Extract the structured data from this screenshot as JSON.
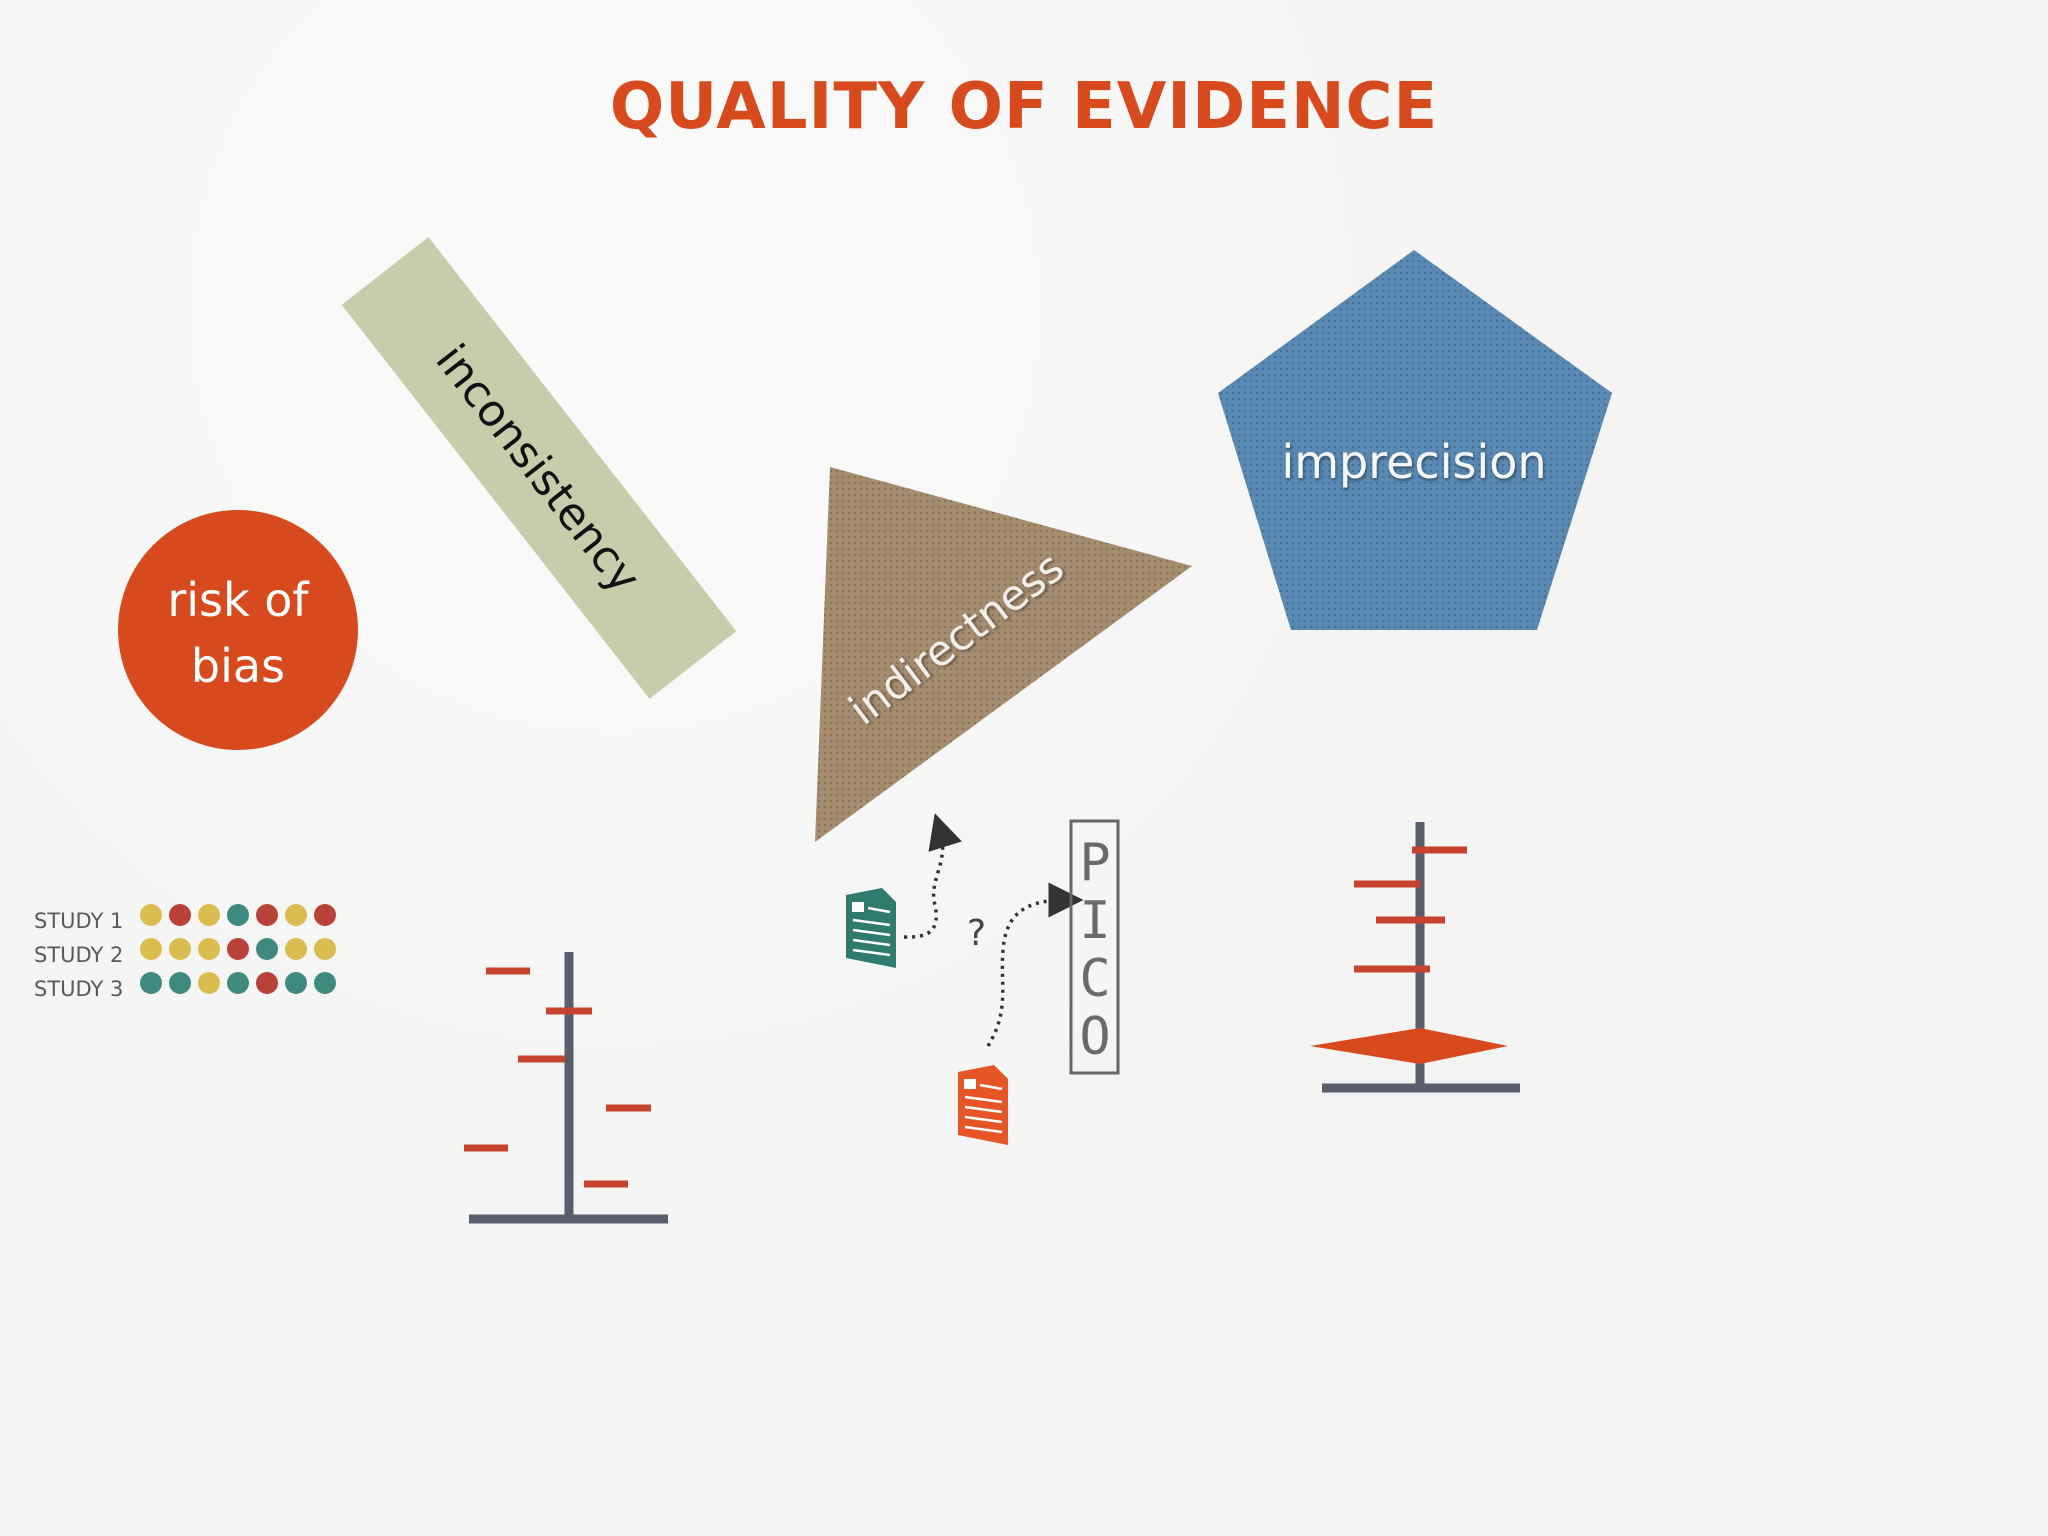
{
  "title": "QUALITY OF EVIDENCE",
  "colors": {
    "accent": "#d74a1d",
    "circle": "#d74a1d",
    "rectangle": "#c9ccaa",
    "triangle": "#a58d70",
    "pentagon": "#5a8ab3",
    "bar": "#c8432e",
    "axis": "#5a5d6c",
    "dot_yellow": "#d9bd4f",
    "dot_red": "#b8423a",
    "dot_teal": "#3e8a7e",
    "doc_teal": "#2f7b6e",
    "doc_orange": "#e55526"
  },
  "shapes": {
    "risk_of_bias": {
      "line1": "risk of",
      "line2": "bias"
    },
    "inconsistency": {
      "label": "inconsistency"
    },
    "indirectness": {
      "label": "indirectness"
    },
    "imprecision": {
      "label": "imprecision"
    }
  },
  "studies": [
    {
      "label": "STUDY 1",
      "dots": [
        "yellow",
        "red",
        "yellow",
        "teal",
        "red",
        "yellow",
        "red"
      ]
    },
    {
      "label": "STUDY 2",
      "dots": [
        "yellow",
        "yellow",
        "yellow",
        "red",
        "teal",
        "yellow",
        "yellow"
      ]
    },
    {
      "label": "STUDY 3",
      "dots": [
        "teal",
        "teal",
        "yellow",
        "teal",
        "red",
        "teal",
        "teal"
      ]
    }
  ],
  "pico": {
    "letters": [
      "P",
      "I",
      "C",
      "O"
    ],
    "question_mark": "?"
  }
}
